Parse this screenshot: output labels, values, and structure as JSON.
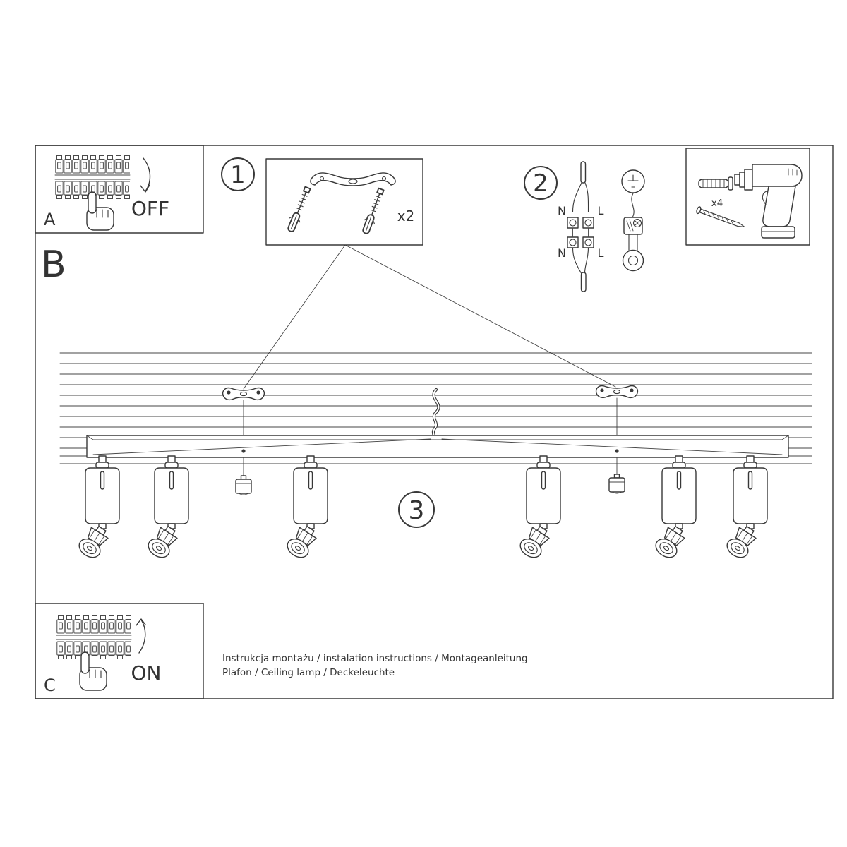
{
  "colors": {
    "ink": "#383838",
    "background": "#ffffff"
  },
  "sections": {
    "a": {
      "letter": "A",
      "action": "OFF"
    },
    "b": {
      "letter": "B"
    },
    "c": {
      "letter": "C",
      "action": "ON"
    }
  },
  "steps": {
    "one": "1",
    "two": "2",
    "three": "3"
  },
  "parts": {
    "bracket_qty": "x2",
    "anchor_qty": "x4"
  },
  "wiring": {
    "n_top": "N",
    "l_top": "L",
    "n_bottom": "N",
    "l_bottom": "L"
  },
  "footer": {
    "line1": "Instrukcja montażu / instalation instructions / Montageanleitung",
    "line2": "Plafon / Ceiling lamp / Deckeleuchte"
  }
}
